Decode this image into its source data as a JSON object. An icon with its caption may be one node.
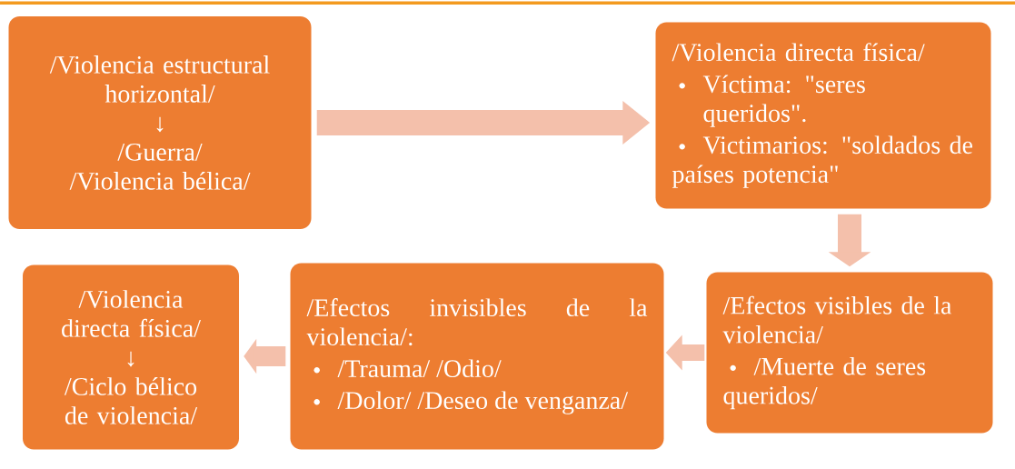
{
  "diagram": {
    "nodes": [
      {
        "text": [
          "/Violencia estructural horizontal/",
          "↓",
          "/Guerra/ /Violencia bélica/"
        ]
      },
      {
        "text": [
          "/Violencia directa física/",
          "Víctima: \"seres queridos\".",
          "Victimarios: \"soldados de países potencia\""
        ]
      },
      {
        "text": [
          "/Efectos visibles de la violencia/",
          "/Muerte de seres queridos/"
        ]
      },
      {
        "text": [
          "/Efectos invisibles de la violencia/:",
          "/Trauma/ /Odio/",
          "/Dolor/ /Deseo de venganza/"
        ]
      },
      {
        "text": [
          "/Violencia directa física/",
          "↓",
          "/Ciclo bélico de violencia/"
        ]
      }
    ],
    "edges": [
      {
        "from": 0,
        "to": 1,
        "arrow": "to"
      },
      {
        "from": 1,
        "to": 2,
        "arrow": "to"
      },
      {
        "from": 2,
        "to": 3,
        "arrow": "to"
      },
      {
        "from": 3,
        "to": 4,
        "arrow": "to"
      }
    ]
  }
}
